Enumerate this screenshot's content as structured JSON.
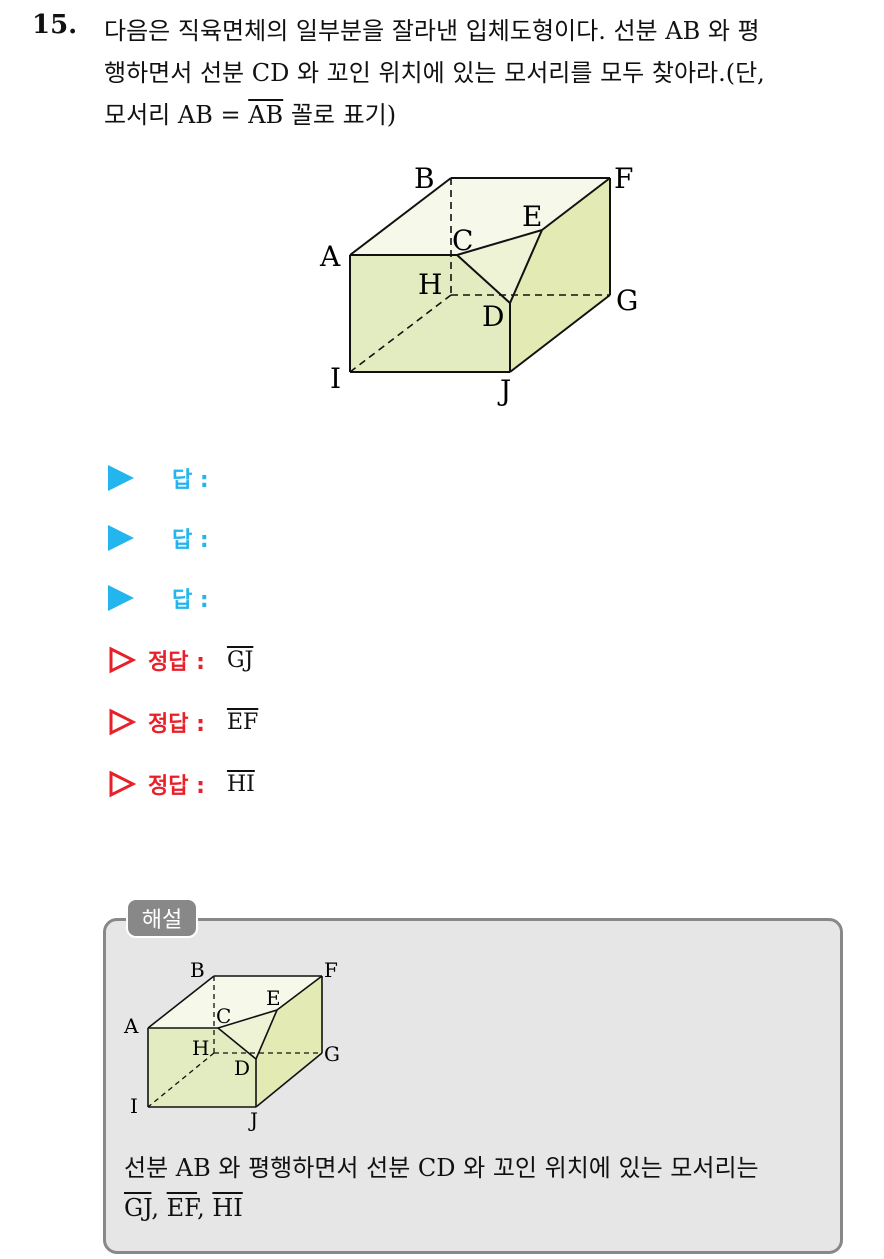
{
  "question": {
    "number": "15.",
    "line1": "다음은 직육면체의 일부분을 잘라낸 입체도형이다. 선분 AB 와 평",
    "line2": "행하면서 선분 CD 와 꼬인 위치에 있는 모서리를 모두 찾아라.(단,",
    "line3_pre": "모서리 AB = ",
    "line3_ov": "AB",
    "line3_post": " 꼴로 표기)"
  },
  "figure_labels": {
    "A": "A",
    "B": "B",
    "C": "C",
    "D": "D",
    "E": "E",
    "F": "F",
    "G": "G",
    "H": "H",
    "I": "I",
    "J": "J"
  },
  "answers": [
    {
      "label": "답 :"
    },
    {
      "label": "답 :"
    },
    {
      "label": "답 :"
    }
  ],
  "solutions": [
    {
      "label": "정답 :",
      "value": "GJ"
    },
    {
      "label": "정답 :",
      "value": "EF"
    },
    {
      "label": "정답 :",
      "value": "HI"
    }
  ],
  "explanation": {
    "tag": "해설",
    "text": "선분 AB 와 평행하면서 선분 CD 와 꼬인 위치에 있는 모서리는",
    "edges": [
      "GJ",
      "EF",
      "HI"
    ],
    "sep1": ", ",
    "sep2": ", "
  },
  "colors": {
    "answer_blue": "#22b5ee",
    "solution_red": "#e8202a",
    "front_face": "#e3ecc0",
    "right_face": "#e3eab4",
    "top_face": "#f6f9ea",
    "box_bg": "#e6e6e6"
  }
}
